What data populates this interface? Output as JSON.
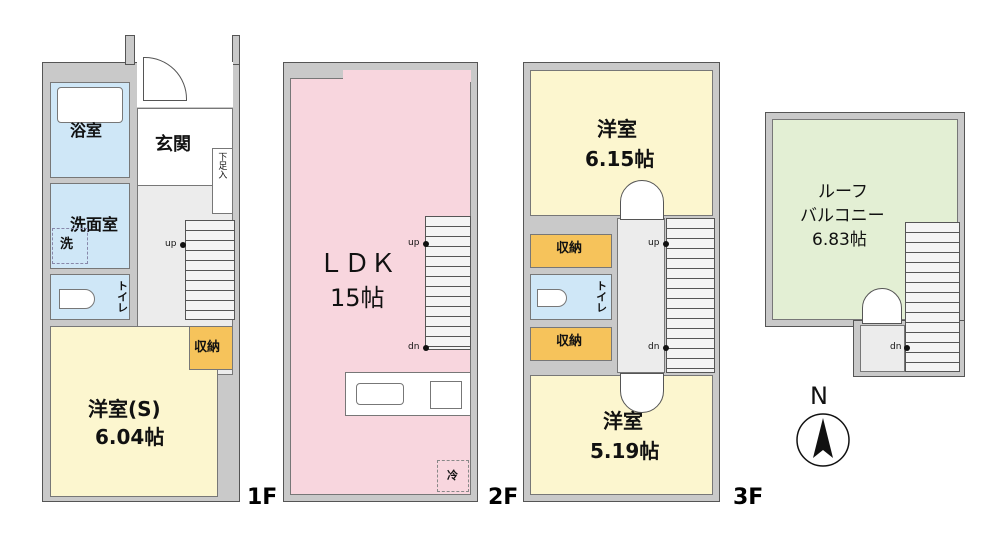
{
  "floors": {
    "f1": {
      "label": "1F",
      "bath": "浴室",
      "entrance": "玄関",
      "shoe": "下足入",
      "washroom": "洗面室",
      "washer": "洗",
      "toilet": "トイレ",
      "up": "up",
      "storage": "収納",
      "room_name": "洋室(S)",
      "room_size": "6.04帖"
    },
    "f2": {
      "label": "2F",
      "ldk": "ＬＤＫ",
      "ldk_size": "15帖",
      "up": "up",
      "dn": "dn",
      "fridge": "冷"
    },
    "f3": {
      "label": "3F",
      "room1_name": "洋室",
      "room1_size": "6.15帖",
      "storage1": "収納",
      "toilet": "トイレ",
      "storage2": "収納",
      "up": "up",
      "dn": "dn",
      "room2_name": "洋室",
      "room2_size": "5.19帖"
    },
    "roof": {
      "name1": "ルーフ",
      "name2": "バルコニー",
      "size": "6.83帖",
      "dn": "dn"
    }
  },
  "compass": {
    "north": "N"
  },
  "colors": {
    "bath": "#cfe7f7",
    "bedroom": "#fcf6cf",
    "ldk": "#f8d6de",
    "balcony": "#e3efd4",
    "storage": "#f6c35b"
  }
}
